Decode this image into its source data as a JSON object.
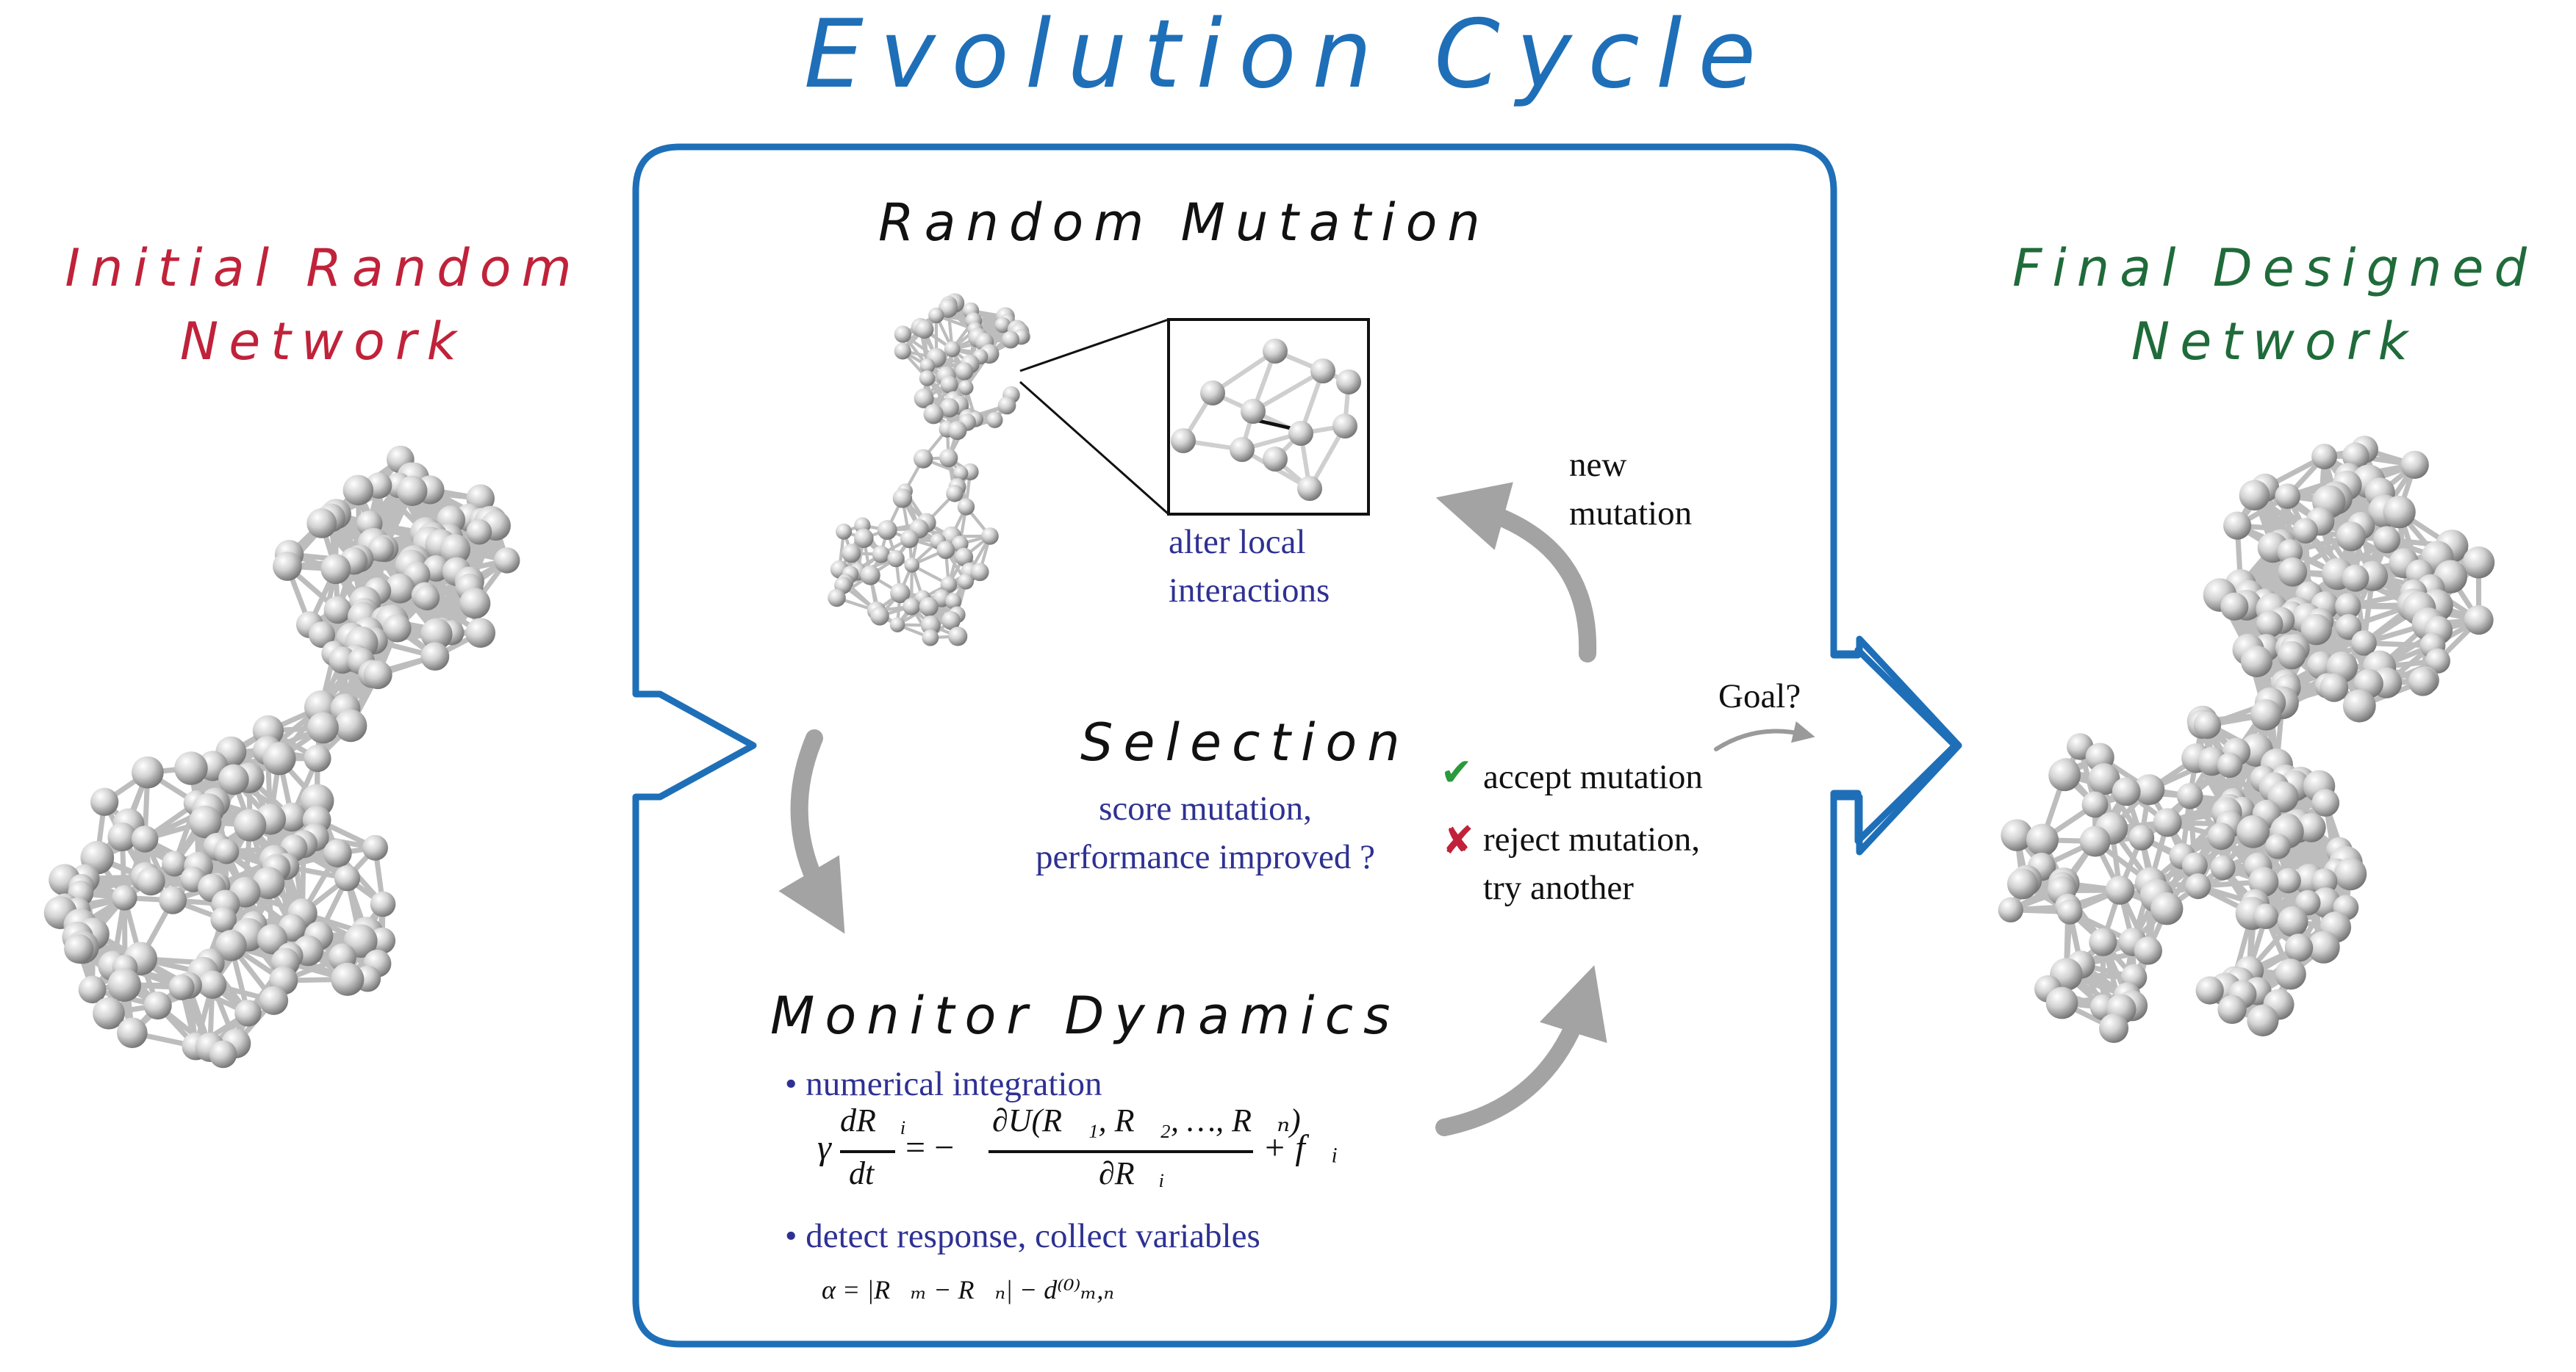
{
  "title": "Evolution Cycle",
  "initial": {
    "line1": "Initial Random",
    "line2": "Network"
  },
  "final": {
    "line1": "Final Designed",
    "line2": "Network"
  },
  "random_mutation": {
    "title": "Random Mutation",
    "note_line1": "alter local",
    "note_line2": "interactions"
  },
  "new_mutation": {
    "line1": "new",
    "line2": "mutation"
  },
  "selection": {
    "title": "Selection",
    "score_line1": "score mutation,",
    "score_line2": "performance improved ?",
    "accept": "accept mutation",
    "reject_line1": "reject mutation,",
    "reject_line2": "try another",
    "goal": "Goal?"
  },
  "monitor": {
    "title": "Monitor Dynamics",
    "bullet1": "numerical integration",
    "bullet2": "detect response, collect variables",
    "equation": {
      "gamma": "γ",
      "lhs_num": "dR⃗ᵢ",
      "lhs_den": "dt",
      "eq_sign": "= −",
      "rhs_num": "∂U(R⃗₁, R⃗₂, …, R⃗ₙ)",
      "rhs_den": "∂R⃗ᵢ",
      "rhs_tail": "+ f⃗ᵢ"
    },
    "alpha": "α = |R⃗ₘ − R⃗ₙ| − d⁽⁰⁾ₘ,ₙ"
  },
  "colors": {
    "title_blue": "#1e6fb8",
    "box_blue": "#1e6fb8",
    "initial_red": "#c0223a",
    "final_green": "#1f6b3a",
    "text_blue": "#2e3192",
    "arrow_gray": "#a3a3a3",
    "check_green": "#2a9a3c",
    "cross_red": "#c0223a"
  }
}
